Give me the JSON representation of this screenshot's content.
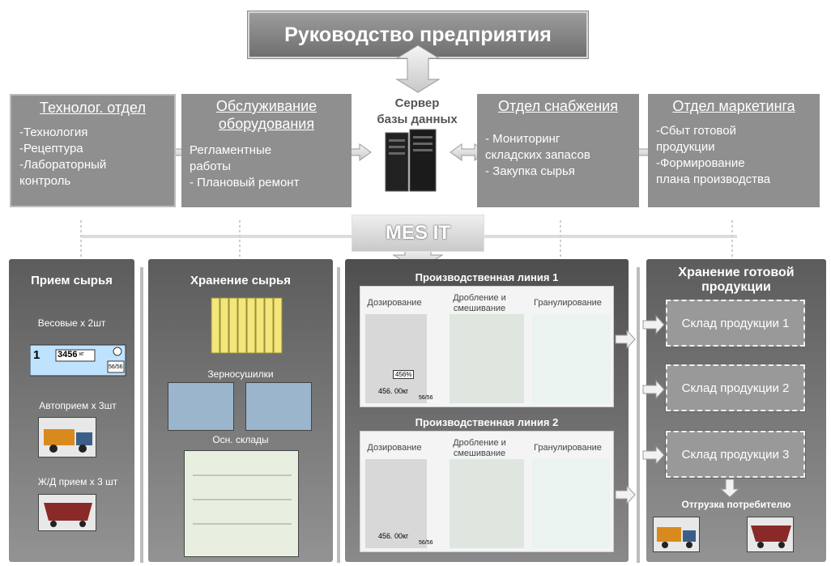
{
  "top": {
    "title": "Руководство предприятия"
  },
  "departments": [
    {
      "title": "Технолог. отдел",
      "lines": [
        "-Технология",
        "-Рецептура",
        "-Лабораторный",
        "контроль"
      ]
    },
    {
      "title": "Обслуживание оборудования",
      "lines": [
        "Регламентные",
        "работы",
        "- Плановый ремонт"
      ]
    },
    {
      "title": "Отдел снабжения",
      "lines": [
        "- Мониторинг",
        "складских запасов",
        "- Закупка сырья"
      ]
    },
    {
      "title": "Отдел маркетинга",
      "lines": [
        "-Сбыт готовой",
        "продукции",
        "-Формирование",
        "плана производства"
      ]
    }
  ],
  "server": {
    "label_line1": "Сервер",
    "label_line2": "базы данных"
  },
  "mes": {
    "label": "MES IT"
  },
  "raw_intake": {
    "title": "Прием сырья",
    "scales_label": "Весовые  х 2шт",
    "scale_num": "1",
    "scale_value": "3456",
    "scale_unit": "кг",
    "scale_frac": "56/56",
    "auto_label": "Автоприем х 3шт",
    "rail_label": "Ж/Д прием х 3 шт"
  },
  "raw_storage": {
    "title": "Хранение сырья",
    "dryers_label": "Зерносушилки",
    "warehouses_label": "Осн. склады"
  },
  "production": {
    "line1_title": "Производственная  линия 1",
    "line2_title": "Производственная  линия 2",
    "dosing": "Дозирование",
    "crushing_1": "Дробление и",
    "crushing_2": "смешивание",
    "granulation": "Гранулирование",
    "percent": "456",
    "percent_unit": "%",
    "weight": "456. 00",
    "weight_unit": "кг",
    "frac": "56/56"
  },
  "finished": {
    "title_1": "Хранение готовой",
    "title_2": "продукции",
    "warehouses": [
      "Склад продукции 1",
      "Склад продукции 2",
      "Склад продукции 3"
    ],
    "shipment": "Отгрузка потребителю"
  }
}
